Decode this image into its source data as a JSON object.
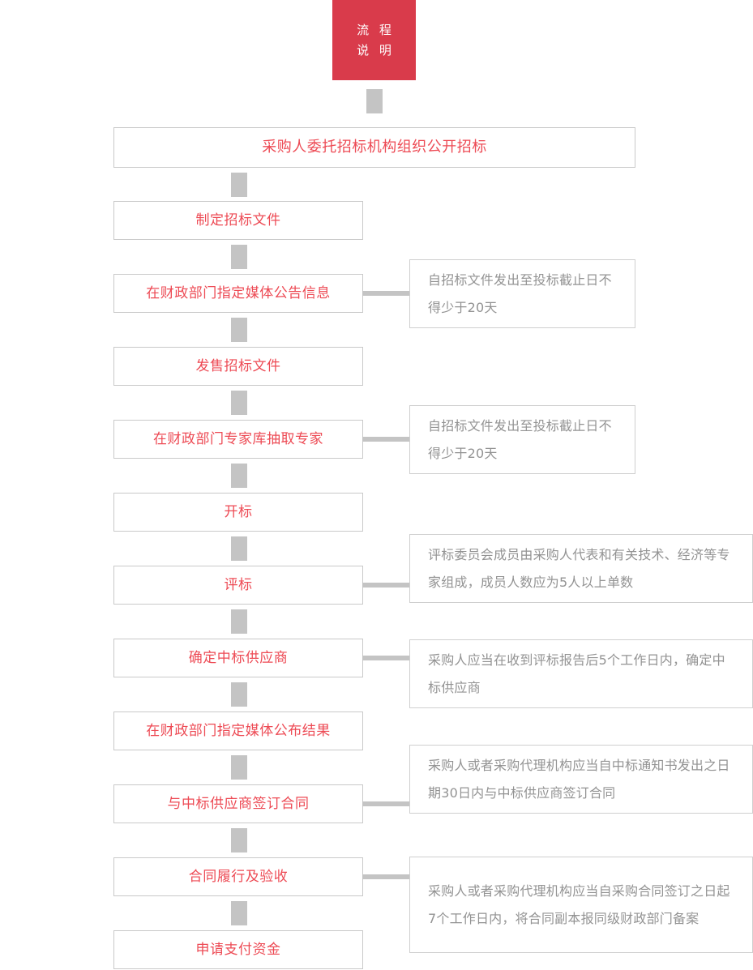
{
  "header": {
    "line1": "流 程",
    "line2": "说 明",
    "background_color": "#d93b4b",
    "text_color": "#ffffff"
  },
  "colors": {
    "process_text": "#ed4a54",
    "process_border": "#c9c9c9",
    "note_text": "#939393",
    "note_border": "#cfcfcf",
    "connector": "#c4c4c4",
    "page_background": "#ffffff"
  },
  "flow": {
    "steps": [
      {
        "label": "采购人委托招标机构组织公开招标"
      },
      {
        "label": "制定招标文件"
      },
      {
        "label": "在财政部门指定媒体公告信息"
      },
      {
        "label": "发售招标文件"
      },
      {
        "label": "在财政部门专家库抽取专家"
      },
      {
        "label": "开标"
      },
      {
        "label": "评标"
      },
      {
        "label": "确定中标供应商"
      },
      {
        "label": "在财政部门指定媒体公布结果"
      },
      {
        "label": "与中标供应商签订合同"
      },
      {
        "label": "合同履行及验收"
      },
      {
        "label": "申请支付资金"
      }
    ],
    "notes": [
      {
        "for_step": "在财政部门指定媒体公告信息",
        "text": "自招标文件发出至投标截止日不得少于20天"
      },
      {
        "for_step": "在财政部门专家库抽取专家",
        "text": "自招标文件发出至投标截止日不得少于20天"
      },
      {
        "for_step": "评标",
        "text": "评标委员会成员由采购人代表和有关技术、经济等专家组成，成员人数应为5人以上单数"
      },
      {
        "for_step": "确定中标供应商",
        "text": "采购人应当在收到评标报告后5个工作日内，确定中标供应商"
      },
      {
        "for_step": "与中标供应商签订合同",
        "text": "采购人或者采购代理机构应当自中标通知书发出之日期30日内与中标供应商签订合同"
      },
      {
        "for_step": "合同履行及验收",
        "text": "采购人或者采购代理机构应当自采购合同签订之日起7个工作日内，将合同副本报同级财政部门备案"
      }
    ]
  }
}
